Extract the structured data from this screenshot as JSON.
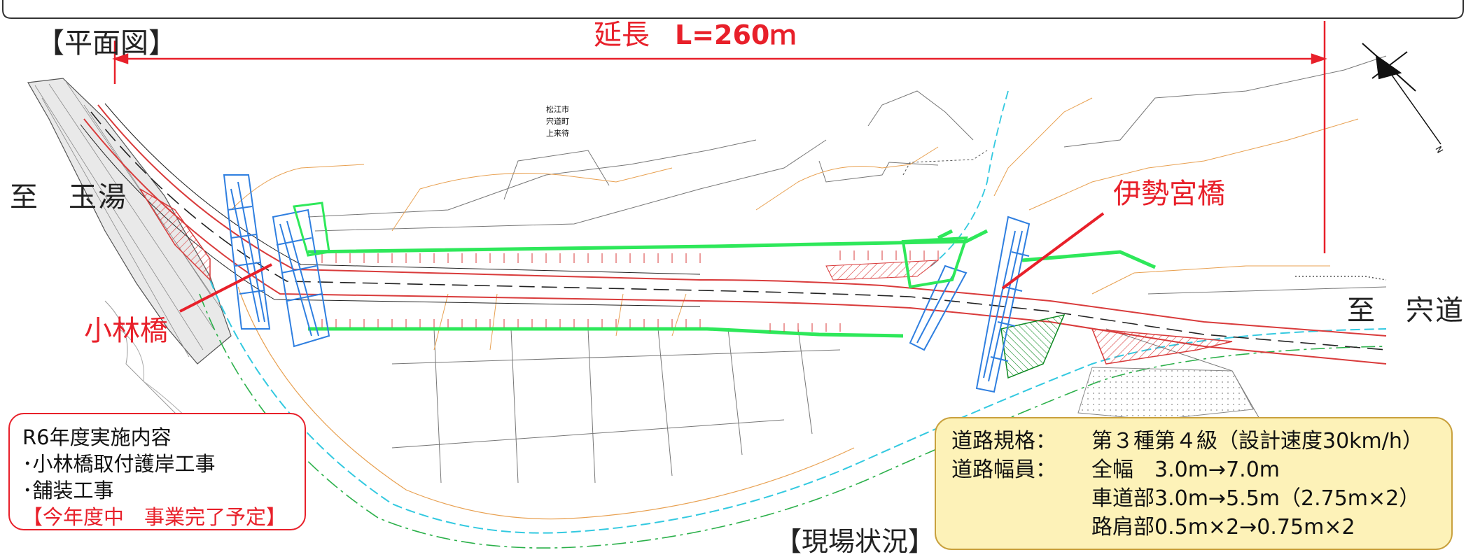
{
  "headings": {
    "plan": "【平面図】",
    "length_label": "延長",
    "length_value": "L=260ｍ",
    "to_left": "至　玉湯",
    "to_right": "至　宍道",
    "site_status": "【現場状況】"
  },
  "bridges": {
    "left": "小林橋",
    "right": "伊勢宮橋"
  },
  "place_name": [
    "松江市",
    "宍道町",
    "上来待"
  ],
  "work_content": {
    "title": "R6年度実施内容",
    "items": [
      "･小林橋取付護岸工事",
      "･舗装工事"
    ],
    "highlight": "【今年度中　事業完了予定】"
  },
  "spec": {
    "standard_label": "道路規格：",
    "standard_value": "第３種第４級（設計速度30km/h）",
    "width_label": "道路幅員：",
    "width_total": "全幅　3.0m→7.0m",
    "width_carriageway": "車道部3.0m→5.5m（2.75m×2）",
    "width_shoulder": "路肩部0.5m×2→0.75m×2"
  },
  "colors": {
    "annotation_red": "#e8202a",
    "road_red": "#d93b3b",
    "channel_green": "#2ee85a",
    "bridge_blue": "#2f7fe0",
    "contour_orange": "#e8a050",
    "spec_box_fill": "#fdf2b8",
    "spec_box_border": "#c9a13e"
  }
}
